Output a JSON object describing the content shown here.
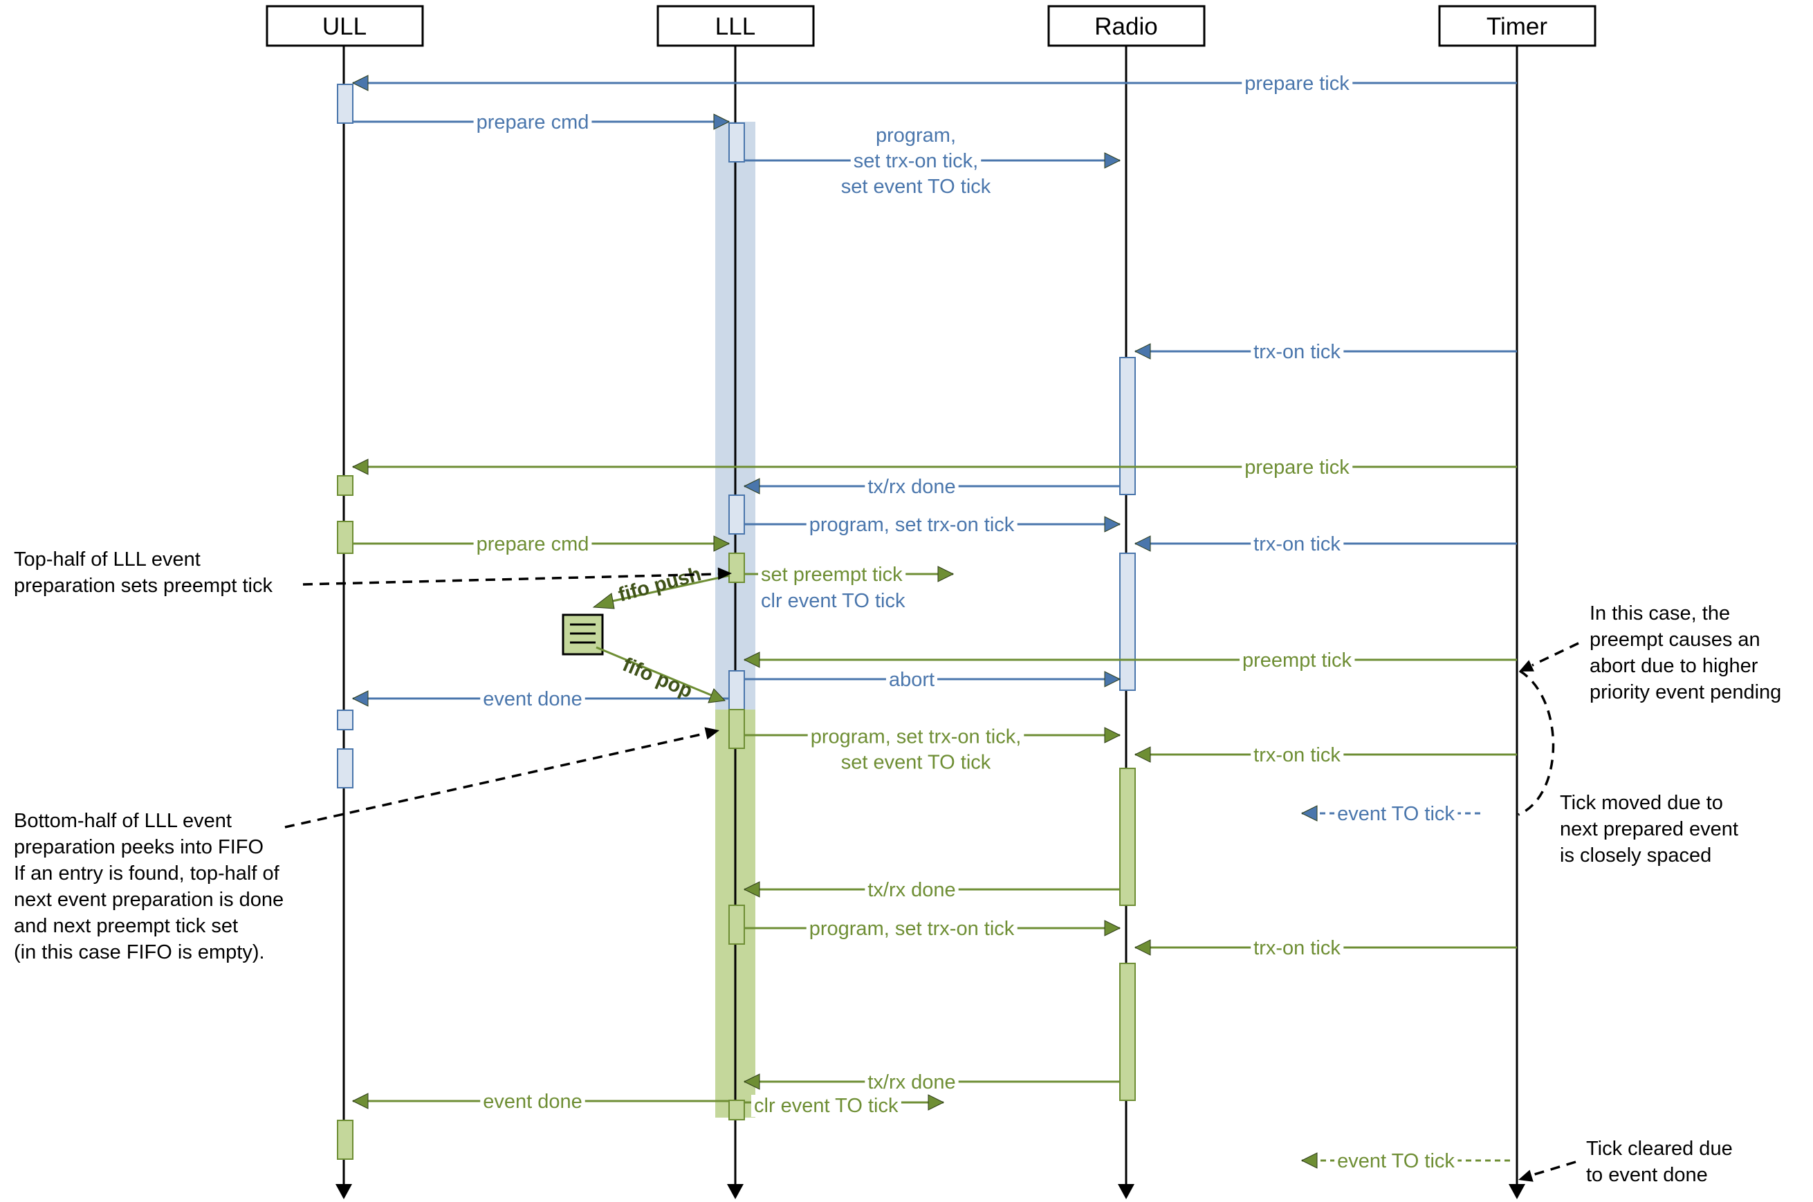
{
  "colors": {
    "blue": "#4a76ac",
    "green": "#6e8e34",
    "blue_fill": "#dbe4f0",
    "green_fill": "#c4d79b",
    "blue_band": "#ccd9e8",
    "black": "#000000"
  },
  "participants": [
    {
      "id": "ull",
      "label": "ULL"
    },
    {
      "id": "lll",
      "label": "LLL"
    },
    {
      "id": "radio",
      "label": "Radio"
    },
    {
      "id": "timer",
      "label": "Timer"
    }
  ],
  "messages": {
    "prepare_tick_1": "prepare tick",
    "prepare_cmd_1": "prepare cmd",
    "program_1": [
      "program,",
      "set trx-on tick,",
      "set event TO tick"
    ],
    "trxon_tick_1": "trx-on tick",
    "prepare_tick_2": "prepare tick",
    "txrx_done_1": "tx/rx done",
    "program_2": "program, set trx-on tick",
    "prepare_cmd_2": "prepare cmd",
    "trxon_tick_2": "trx-on tick",
    "set_preempt_tick": "set preempt tick",
    "clr_event_to_tick_1": "clr event TO tick",
    "fifo_push": "fifo push",
    "fifo_pop": "fifo pop",
    "preempt_tick": "preempt tick",
    "abort": "abort",
    "event_done_1": "event done",
    "program_3": [
      "program, set trx-on tick,",
      "set event TO tick"
    ],
    "trxon_tick_3": "trx-on tick",
    "event_to_tick_1": "event TO tick",
    "txrx_done_2": "tx/rx done",
    "program_4": "program, set trx-on tick",
    "trxon_tick_4": "trx-on tick",
    "txrx_done_3": "tx/rx done",
    "event_done_2": "event done",
    "clr_event_to_tick_2": "clr event TO tick",
    "event_to_tick_2": "event TO tick"
  },
  "notes": {
    "top_half": [
      "Top-half of LLL event",
      "preparation sets preempt tick"
    ],
    "bottom_half": [
      "Bottom-half of LLL event",
      "preparation peeks into FIFO",
      "If an entry is found, top-half of",
      "next event preparation is done",
      "and next preempt tick set",
      "(in this case FIFO is empty)."
    ],
    "preempt_abort": [
      "In this case, the",
      "preempt causes an",
      "abort due to higher",
      "priority event pending"
    ],
    "tick_moved": [
      "Tick moved due to",
      "next prepared event",
      "is closely spaced"
    ],
    "tick_cleared": [
      "Tick cleared due",
      "to event done"
    ]
  }
}
